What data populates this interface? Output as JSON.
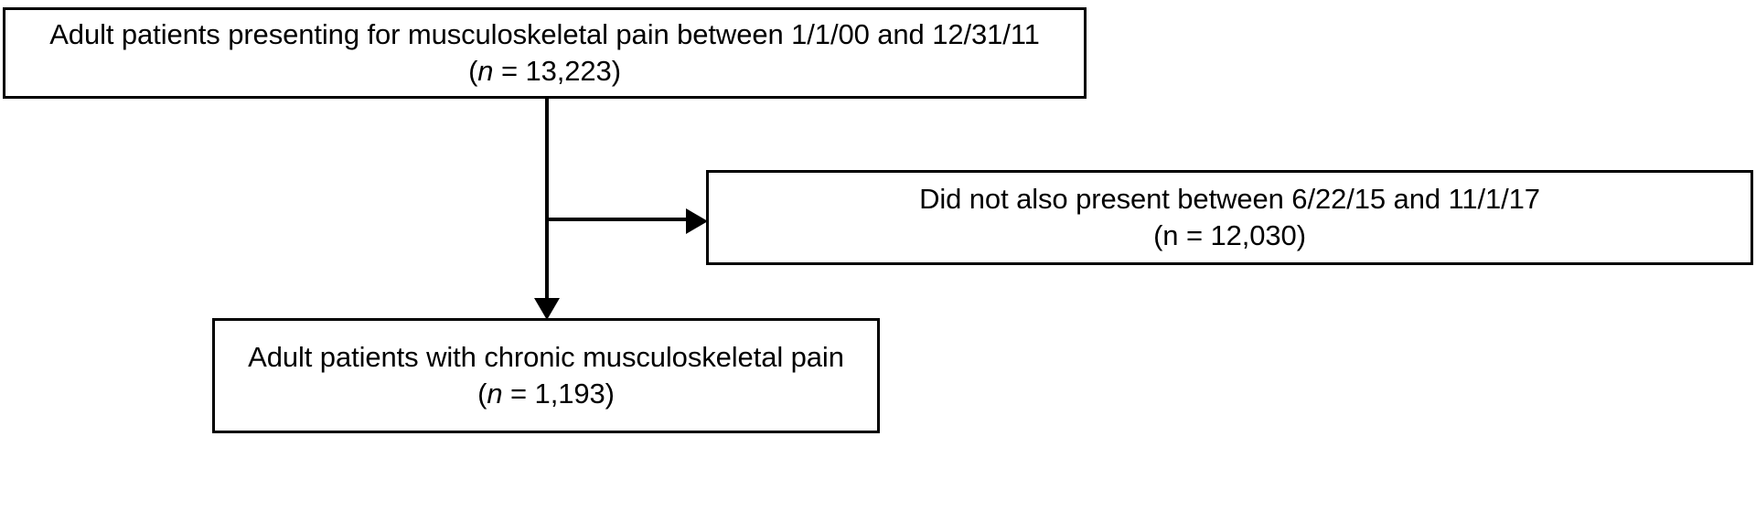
{
  "figure": {
    "type": "flowchart",
    "orientation": "vertical-with-right-branch",
    "background_color": "#ffffff",
    "line_color": "#000000",
    "text_color": "#000000"
  },
  "nodes": {
    "cohort_source": {
      "line1": "Adult patients presenting for musculoskeletal pain between 1/1/00 and 12/31/11",
      "n_open": "(",
      "n_symbol": "n",
      "n_equals": " = 13,223)",
      "count": 13223,
      "count_label": "13,223"
    },
    "excluded": {
      "line1": "Did not also present between 6/22/15 and 11/1/17",
      "n_open": "(",
      "n_symbol": "n",
      "n_equals": " = 12,030)",
      "count": 12030,
      "count_label": "12,030"
    },
    "final_cohort": {
      "line1": "Adult patients with chronic musculoskeletal pain",
      "n_open": "(",
      "n_symbol": "n",
      "n_equals": " = 1,193)",
      "count": 1193,
      "count_label": "1,193"
    }
  },
  "edges": [
    {
      "name": "source-to-final",
      "from": "cohort_source",
      "to": "final_cohort",
      "direction": "down",
      "arrow": true
    },
    {
      "name": "source-to-excluded",
      "from": "cohort_source",
      "to": "excluded",
      "direction": "right",
      "arrow": true
    }
  ]
}
